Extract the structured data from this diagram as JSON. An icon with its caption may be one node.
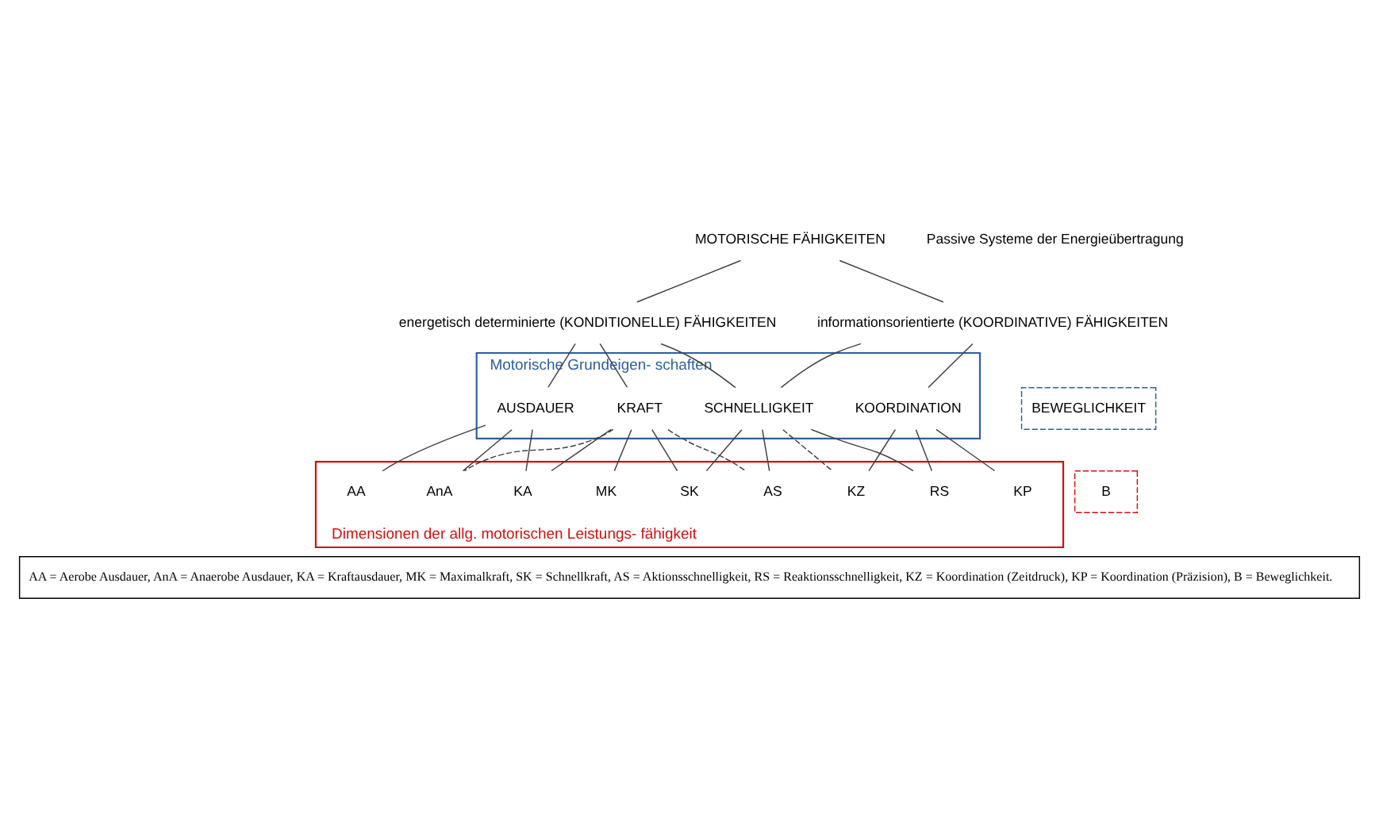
{
  "diagram": {
    "nodes": [
      {
        "text": [
          "MOTORISCHE FÄHIGKEITEN"
        ]
      },
      {
        "text": [
          "energetisch determinierte (KONDITIONELLE) FÄHIGKEITEN"
        ]
      },
      {
        "text": [
          "informationsorientierte (KOORDINATIVE) FÄHIGKEITEN"
        ]
      },
      {
        "text": [
          "Motorische Grundeigen- schaften"
        ]
      },
      {
        "text": [
          "AUSDAUER"
        ],
        "in": 3
      },
      {
        "text": [
          "KRAFT"
        ],
        "in": 3
      },
      {
        "text": [
          "SCHNELLIGKEIT"
        ],
        "in": 3
      },
      {
        "text": [
          "KOORDINATION"
        ],
        "in": 3
      },
      {
        "text": [
          "Dimensionen der allg. motorischen Leistungs- fähigkeit"
        ]
      },
      {
        "text": [
          "AA"
        ],
        "in": 8
      },
      {
        "text": [
          "AnA"
        ],
        "in": 8
      },
      {
        "text": [
          "KA"
        ],
        "in": 8
      },
      {
        "text": [
          "MK"
        ],
        "in": 8
      },
      {
        "text": [
          "SK"
        ],
        "in": 8
      },
      {
        "text": [
          "AS"
        ],
        "in": 8
      },
      {
        "text": [
          "RS"
        ],
        "in": 8
      },
      {
        "text": [
          "KZ"
        ],
        "in": 8
      },
      {
        "text": [
          "KP"
        ],
        "in": 8
      },
      {
        "text": [
          "BEWEGLICHKEIT"
        ]
      },
      {
        "text": [
          "B"
        ]
      },
      {
        "text": [
          "AA = Aerobe Ausdauer, AnA = Anaerobe Ausdauer, KA = Kraftausdauer, MK = Maximalkraft, SK = Schnellkraft, AS = Aktionsschnelligkeit, RS = Reaktionsschnelligkeit, KZ = Koordination (Zeitdruck), KP = Koordination (Präzision), B = Beweglichkeit."
        ]
      }
    ],
    "edges": [
      {
        "from": 0,
        "to": 1,
        "arrow": "none"
      },
      {
        "from": 0,
        "to": 2,
        "arrow": "none"
      },
      {
        "from": 1,
        "to": 4,
        "arrow": "none"
      },
      {
        "from": 1,
        "to": 5,
        "arrow": "none"
      },
      {
        "from": 1,
        "to": 6,
        "arrow": "none"
      },
      {
        "from": 2,
        "to": 6,
        "arrow": "none"
      },
      {
        "from": 2,
        "to": 7,
        "arrow": "none"
      },
      {
        "from": 4,
        "to": 9,
        "arrow": "none"
      },
      {
        "from": 4,
        "to": 10,
        "arrow": "none"
      },
      {
        "from": 4,
        "to": 11,
        "arrow": "none"
      },
      {
        "from": 5,
        "to": 10,
        "arrow": "none",
        "style": "dashed"
      },
      {
        "from": 5,
        "to": 11,
        "arrow": "none"
      },
      {
        "from": 5,
        "to": 12,
        "arrow": "none"
      },
      {
        "from": 5,
        "to": 13,
        "arrow": "none"
      },
      {
        "from": 5,
        "to": 14,
        "arrow": "none",
        "style": "dashed"
      },
      {
        "from": 6,
        "to": 13,
        "arrow": "none"
      },
      {
        "from": 6,
        "to": 14,
        "arrow": "none"
      },
      {
        "from": 6,
        "to": 15,
        "arrow": "none"
      },
      {
        "from": 6,
        "to": 16,
        "arrow": "none",
        "style": "dashed"
      },
      {
        "from": 7,
        "to": 15,
        "arrow": "none"
      },
      {
        "from": 7,
        "to": 16,
        "arrow": "none"
      },
      {
        "from": 7,
        "to": 17,
        "arrow": "none"
      }
    ],
    "labels": [
      "Passive Systeme der Energieübertragung"
    ]
  }
}
